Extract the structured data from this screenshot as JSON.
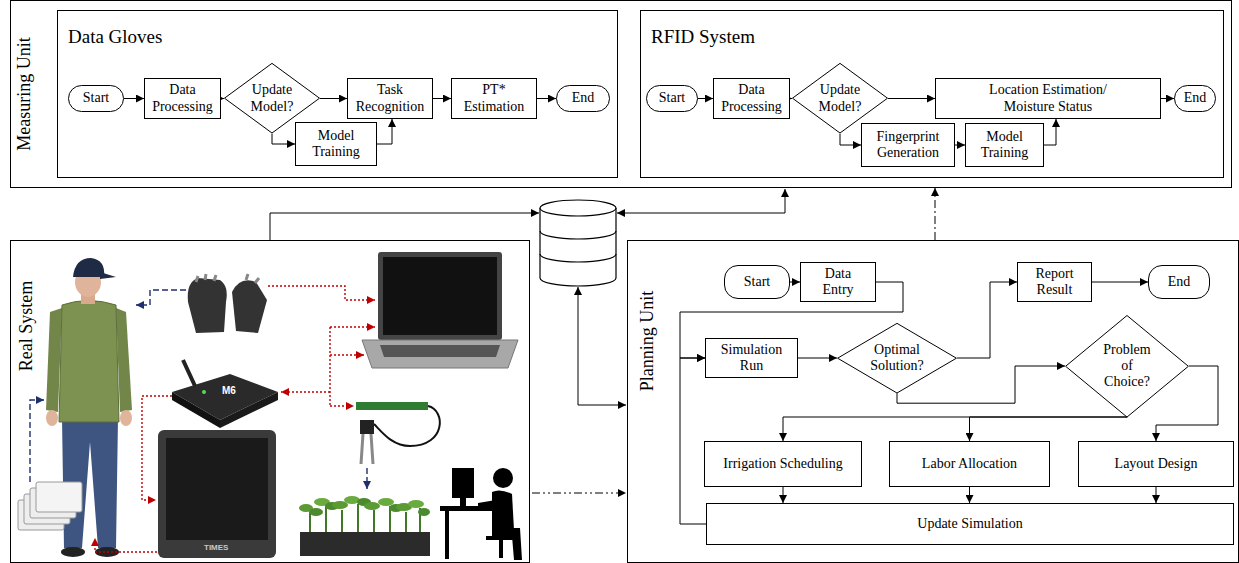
{
  "diagram": {
    "nodes": [
      {
        "text": [
          "Measuring Unit"
        ]
      },
      {
        "text": [
          "Data Gloves"
        ],
        "in": 0
      },
      {
        "text": [
          "Start"
        ],
        "in": 1
      },
      {
        "text": [
          "Data Processing"
        ],
        "in": 1
      },
      {
        "text": [
          "Update Model?"
        ],
        "in": 1
      },
      {
        "text": [
          "Task Recognition"
        ],
        "in": 1
      },
      {
        "text": [
          "PT* Estimation"
        ],
        "in": 1
      },
      {
        "text": [
          "End"
        ],
        "in": 1
      },
      {
        "text": [
          "Model Training"
        ],
        "in": 1
      },
      {
        "text": [
          "RFID System"
        ],
        "in": 0
      },
      {
        "text": [
          "Start"
        ],
        "in": 9
      },
      {
        "text": [
          "Data Processing"
        ],
        "in": 9
      },
      {
        "text": [
          "Update Model?"
        ],
        "in": 9
      },
      {
        "text": [
          "Location Estimation/ Moisture Status"
        ],
        "in": 9
      },
      {
        "text": [
          "End"
        ],
        "in": 9
      },
      {
        "text": [
          "Fingerprint Generation"
        ],
        "in": 9
      },
      {
        "text": [
          "Model Training"
        ],
        "in": 9
      },
      {
        "text": [
          "Real System"
        ]
      },
      {
        "text": [
          "Planning Unit"
        ]
      },
      {
        "text": [
          "Start"
        ],
        "in": 18
      },
      {
        "text": [
          "Data Entry"
        ],
        "in": 18
      },
      {
        "text": [
          "Simulation Run"
        ],
        "in": 18
      },
      {
        "text": [
          "Optimal Solution?"
        ],
        "in": 18
      },
      {
        "text": [
          "Report Result"
        ],
        "in": 18
      },
      {
        "text": [
          "End"
        ],
        "in": 18
      },
      {
        "text": [
          "Problem of Choice?"
        ],
        "in": 18
      },
      {
        "text": [
          "Irrigation Scheduling"
        ],
        "in": 18
      },
      {
        "text": [
          "Labor Allocation"
        ],
        "in": 18
      },
      {
        "text": [
          "Layout Design"
        ],
        "in": 18
      },
      {
        "text": [
          "Update Simulation"
        ],
        "in": 18
      }
    ],
    "edges": [
      {
        "from": 2,
        "to": 3,
        "arrow": "to"
      },
      {
        "from": 3,
        "to": 4,
        "arrow": "to"
      },
      {
        "from": 4,
        "to": 5,
        "arrow": "to"
      },
      {
        "from": 4,
        "to": 8,
        "arrow": "to"
      },
      {
        "from": 8,
        "to": 5,
        "arrow": "to"
      },
      {
        "from": 5,
        "to": 6,
        "arrow": "to"
      },
      {
        "from": 6,
        "to": 7,
        "arrow": "to"
      },
      {
        "from": 10,
        "to": 11,
        "arrow": "to"
      },
      {
        "from": 11,
        "to": 12,
        "arrow": "to"
      },
      {
        "from": 12,
        "to": 13,
        "arrow": "to"
      },
      {
        "from": 12,
        "to": 15,
        "arrow": "to"
      },
      {
        "from": 15,
        "to": 16,
        "arrow": "to"
      },
      {
        "from": 16,
        "to": 13,
        "arrow": "to"
      },
      {
        "from": 13,
        "to": 14,
        "arrow": "to"
      },
      {
        "from": 19,
        "to": 20,
        "arrow": "to"
      },
      {
        "from": 20,
        "to": 21,
        "arrow": "to"
      },
      {
        "from": 29,
        "to": 21,
        "arrow": "to"
      },
      {
        "from": 21,
        "to": 22,
        "arrow": "to"
      },
      {
        "from": 22,
        "to": 23,
        "arrow": "to"
      },
      {
        "from": 23,
        "to": 24,
        "arrow": "to"
      },
      {
        "from": 22,
        "to": 25,
        "arrow": "to"
      },
      {
        "from": 25,
        "to": 26,
        "arrow": "to"
      },
      {
        "from": 25,
        "to": 27,
        "arrow": "to"
      },
      {
        "from": 25,
        "to": 28,
        "arrow": "to"
      },
      {
        "from": 26,
        "to": 29,
        "arrow": "to"
      },
      {
        "from": 27,
        "to": 29,
        "arrow": "to"
      },
      {
        "from": 28,
        "to": 29,
        "arrow": "to"
      },
      {
        "from": 18,
        "to": 0,
        "arrow": "to"
      }
    ],
    "labels": [
      "M6",
      "TIMES"
    ]
  }
}
